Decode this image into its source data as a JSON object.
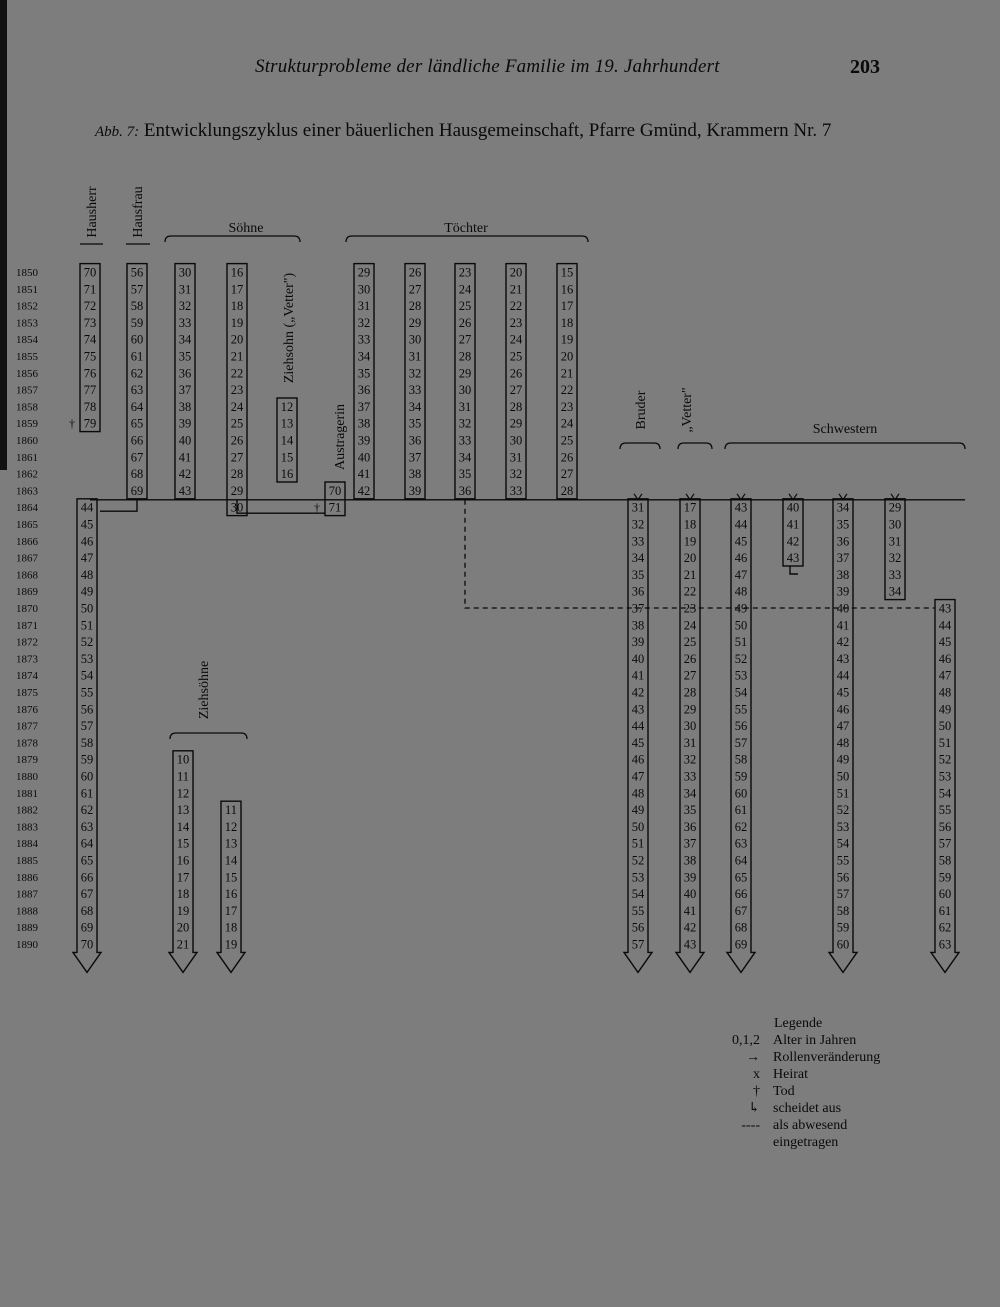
{
  "header": {
    "running_title": "Strukturprobleme der ländliche Familie im 19. Jahrhundert",
    "page_number": "203"
  },
  "caption": {
    "figure_label": "Abb. 7:",
    "text": "Entwicklungszyklus einer bäuerlichen Hausgemeinschaft, Pfarre Gmünd, Krammern Nr. 7"
  },
  "years": [
    "1850",
    "1851",
    "1852",
    "1853",
    "1854",
    "1855",
    "1856",
    "1857",
    "1858",
    "1859",
    "1860",
    "1861",
    "1862",
    "1863",
    "1864",
    "1865",
    "1866",
    "1867",
    "1868",
    "1869",
    "1870",
    "1871",
    "1872",
    "1873",
    "1874",
    "1875",
    "1876",
    "1877",
    "1878",
    "1879",
    "1880",
    "1881",
    "1882",
    "1883",
    "1884",
    "1885",
    "1886",
    "1887",
    "1888",
    "1889",
    "1890"
  ],
  "group_labels": {
    "hausherr": "Hausherr",
    "hausfrau": "Hausfrau",
    "soehne": "Söhne",
    "toechter": "Töchter",
    "ziehsohn": "Ziehsohn („Vetter\")",
    "austraegerin": "Austragerin",
    "bruder": "Bruder",
    "vetter": "„Vetter\"",
    "schwestern": "Schwestern",
    "ziehsoehne": "Ziehsöhne"
  },
  "persons": [
    {
      "id": "hausherr-1",
      "role": "Hausherr",
      "start_year": 1850,
      "ages": [
        70,
        71,
        72,
        73,
        74,
        75,
        76,
        77,
        78,
        79
      ],
      "end": "Tod"
    },
    {
      "id": "hausfrau-1",
      "role": "Hausfrau",
      "start_year": 1850,
      "ages": [
        56,
        57,
        58,
        59,
        60,
        61,
        62,
        63,
        64,
        65,
        66,
        67,
        68,
        69
      ],
      "end": "Rollenveränderung"
    },
    {
      "id": "sohn-1",
      "role": "Sohn",
      "start_year": 1850,
      "ages": [
        30,
        31,
        32,
        33,
        34,
        35,
        36,
        37,
        38,
        39,
        40,
        41,
        42,
        43
      ],
      "end": "Rollenveränderung"
    },
    {
      "id": "sohn-2",
      "role": "Sohn",
      "start_year": 1850,
      "ages": [
        16,
        17,
        18,
        19,
        20,
        21,
        22,
        23,
        24,
        25,
        26,
        27,
        28,
        29,
        30
      ],
      "end": "Rollenveränderung"
    },
    {
      "id": "ziehsohn-vetter",
      "role": "Ziehsohn",
      "start_year": 1858,
      "ages": [
        12,
        13,
        14,
        15,
        16
      ],
      "end": "Rollenveränderung"
    },
    {
      "id": "tochter-1",
      "role": "Tochter",
      "start_year": 1850,
      "ages": [
        29,
        30,
        31,
        32,
        33,
        34,
        35,
        36,
        37,
        38,
        39,
        40,
        41,
        42
      ],
      "end": "Rollenveränderung"
    },
    {
      "id": "tochter-2",
      "role": "Tochter",
      "start_year": 1850,
      "ages": [
        26,
        27,
        28,
        29,
        30,
        31,
        32,
        33,
        34,
        35,
        36,
        37,
        38,
        39
      ],
      "end": "Rollenveränderung"
    },
    {
      "id": "tochter-3",
      "role": "Tochter",
      "start_year": 1850,
      "ages": [
        23,
        24,
        25,
        26,
        27,
        28,
        29,
        30,
        31,
        32,
        33,
        34,
        35,
        36
      ],
      "end": "abwesend"
    },
    {
      "id": "tochter-4",
      "role": "Tochter",
      "start_year": 1850,
      "ages": [
        20,
        21,
        22,
        23,
        24,
        25,
        26,
        27,
        28,
        29,
        30,
        31,
        32,
        33
      ],
      "end": "Rollenveränderung"
    },
    {
      "id": "tochter-5",
      "role": "Tochter",
      "start_year": 1850,
      "ages": [
        15,
        16,
        17,
        18,
        19,
        20,
        21,
        22,
        23,
        24,
        25,
        26,
        27,
        28
      ],
      "end": "Rollenveränderung"
    },
    {
      "id": "hausherr-2",
      "role": "Hausherr",
      "start_year": 1864,
      "ages": [
        44,
        45,
        46,
        47,
        48,
        49,
        50,
        51,
        52,
        53,
        54,
        55,
        56,
        57,
        58,
        59,
        60,
        61,
        62,
        63,
        64,
        65,
        66,
        67,
        68,
        69,
        70
      ],
      "end": "fortgesetzt"
    },
    {
      "id": "austraegerin",
      "role": "Austragerin",
      "start_year": 1863,
      "ages": [
        70,
        71
      ],
      "end": "Tod"
    },
    {
      "id": "bruder",
      "role": "Bruder",
      "start_year": 1864,
      "ages": [
        31,
        32,
        33,
        34,
        35,
        36,
        37,
        38,
        39,
        40,
        41,
        42,
        43,
        44,
        45,
        46,
        47,
        48,
        49,
        50,
        51,
        52,
        53,
        54,
        55,
        56,
        57
      ],
      "end": "fortgesetzt"
    },
    {
      "id": "vetter",
      "role": "Vetter",
      "start_year": 1864,
      "ages": [
        17,
        18,
        19,
        20,
        21,
        22,
        23,
        24,
        25,
        26,
        27,
        28,
        29,
        30,
        31,
        32,
        33,
        34,
        35,
        36,
        37,
        38,
        39,
        40,
        41,
        42,
        43
      ],
      "end": "fortgesetzt"
    },
    {
      "id": "schwester-1",
      "role": "Schwester",
      "start_year": 1864,
      "ages": [
        43,
        44,
        45,
        46,
        47,
        48,
        49,
        50,
        51,
        52,
        53,
        54,
        55,
        56,
        57,
        58,
        59,
        60,
        61,
        62,
        63,
        64,
        65,
        66,
        67,
        68,
        69
      ],
      "end": "fortgesetzt"
    },
    {
      "id": "schwester-2",
      "role": "Schwester",
      "start_year": 1864,
      "ages": [
        40,
        41,
        42,
        43
      ],
      "end": "scheidet aus"
    },
    {
      "id": "schwester-3",
      "role": "Schwester",
      "start_year": 1864,
      "ages": [
        34,
        35,
        36,
        37,
        38,
        39,
        40,
        41,
        42,
        43,
        44,
        45,
        46,
        47,
        48,
        49,
        50,
        51,
        52,
        53,
        54,
        55,
        56,
        57,
        58,
        59,
        60
      ],
      "end": "fortgesetzt"
    },
    {
      "id": "schwester-4",
      "role": "Schwester",
      "start_year": 1864,
      "ages": [
        29,
        30,
        31,
        32,
        33,
        34
      ],
      "end": "Rollenveränderung"
    },
    {
      "id": "schwester-5",
      "role": "Schwester",
      "start_year": 1870,
      "ages": [
        43,
        44,
        45,
        46,
        47,
        48,
        49,
        50,
        51,
        52,
        53,
        54,
        55,
        56,
        57,
        58,
        59,
        60,
        61,
        62,
        63
      ],
      "end": "fortgesetzt"
    },
    {
      "id": "ziehsohn-a",
      "role": "Ziehsohn",
      "start_year": 1879,
      "ages": [
        10,
        11,
        12,
        13,
        14,
        15,
        16,
        17,
        18,
        19,
        20,
        21
      ],
      "end": "fortgesetzt"
    },
    {
      "id": "ziehsohn-b",
      "role": "Ziehsohn",
      "start_year": 1882,
      "ages": [
        11,
        12,
        13,
        14,
        15,
        16,
        17,
        18,
        19
      ],
      "end": "fortgesetzt"
    }
  ],
  "dagger": "†",
  "legend": {
    "title": "Legende",
    "items": [
      {
        "symbol": "0,1,2",
        "label": "Alter in Jahren"
      },
      {
        "symbol": "→",
        "label": "Rollenveränderung"
      },
      {
        "symbol": "x",
        "label": "Heirat"
      },
      {
        "symbol": "†",
        "label": "Tod"
      },
      {
        "symbol": "↳",
        "label": "scheidet aus"
      },
      {
        "symbol": "----",
        "label": "als abwesend eingetragen"
      }
    ]
  }
}
